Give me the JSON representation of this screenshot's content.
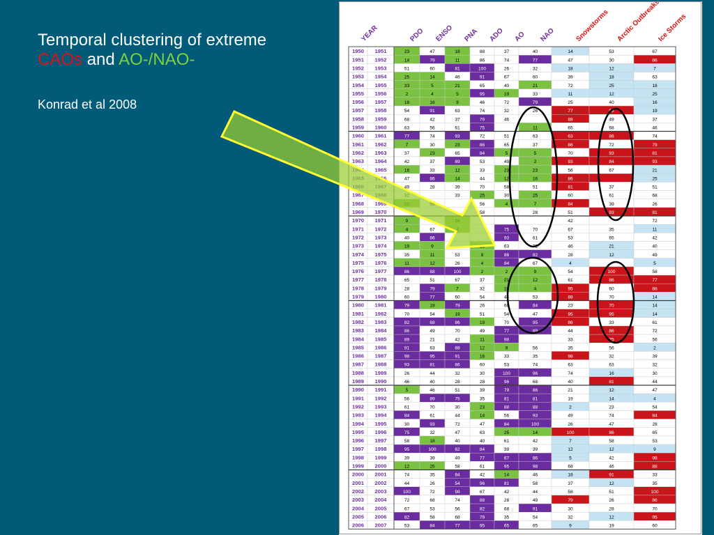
{
  "slide": {
    "title_line1": "Temporal clustering of extreme",
    "title_caos": "CAOs",
    "title_and": "and",
    "title_aonao": "AO-/NAO-",
    "subtitle": "Konrad et al 2008"
  },
  "colors": {
    "background": "#005a78",
    "green": "#7cc242",
    "purple": "#6a2c9e",
    "light_blue": "#c5e3f3",
    "red": "#c8141a",
    "header_purple": "#7030a0",
    "header_red": "#e01010",
    "arrow_fill": "#9acd32",
    "arrow_stroke": "#ffff33"
  },
  "table": {
    "headers": [
      "YEAR",
      "PDO",
      "ENSO",
      "PNA",
      "ADO",
      "AO",
      "NAO",
      "Snowstorms",
      "Arctic Outbreaks",
      "Ice Storms"
    ],
    "rows": [
      [
        "1950",
        "1951",
        "23",
        "47",
        "18",
        "88",
        "37",
        "40",
        "14",
        "53",
        "67"
      ],
      [
        "1951",
        "1952",
        "14",
        "79",
        "11",
        "86",
        "74",
        "77",
        "47",
        "30",
        "86"
      ],
      [
        "1952",
        "1953",
        "51",
        "60",
        "81",
        "100",
        "26",
        "32",
        "18",
        "12",
        "7"
      ],
      [
        "1953",
        "1954",
        "25",
        "14",
        "46",
        "91",
        "67",
        "60",
        "39",
        "18",
        "63"
      ],
      [
        "1954",
        "1955",
        "33",
        "5",
        "21",
        "65",
        "40",
        "21",
        "72",
        "25",
        "18"
      ],
      [
        "1955",
        "1956",
        "2",
        "4",
        "5",
        "95",
        "19",
        "33",
        "11",
        "12",
        "25"
      ],
      [
        "1956",
        "1957",
        "18",
        "16",
        "9",
        "46",
        "72",
        "79",
        "25",
        "40",
        "16"
      ],
      [
        "1957",
        "1958",
        "54",
        "91",
        "63",
        "74",
        "32",
        "26",
        "77",
        "93",
        "19"
      ],
      [
        "1958",
        "1959",
        "68",
        "42",
        "37",
        "79",
        "46",
        "",
        "88",
        "49",
        "37"
      ],
      [
        "1959",
        "1960",
        "63",
        "56",
        "61",
        "75",
        "",
        "11",
        "65",
        "68",
        "46"
      ],
      [
        "1960",
        "1961",
        "77",
        "74",
        "93",
        "72",
        "51",
        "63",
        "63",
        "88",
        "74"
      ],
      [
        "1961",
        "1962",
        "7",
        "30",
        "23",
        "86",
        "65",
        "37",
        "86",
        "72",
        "79"
      ],
      [
        "1962",
        "1963",
        "37",
        "23",
        "65",
        "84",
        "5",
        "5",
        "70",
        "93",
        "81"
      ],
      [
        "1963",
        "1964",
        "42",
        "37",
        "89",
        "53",
        "49",
        "2",
        "93",
        "84",
        "93"
      ],
      [
        "1964",
        "1965",
        "16",
        "33",
        "12",
        "33",
        "23",
        "23",
        "56",
        "67",
        "21"
      ],
      [
        "1965",
        "1966",
        "47",
        "86",
        "14",
        "44",
        "12",
        "16",
        "86",
        "",
        "25"
      ],
      [
        "1966",
        "1967",
        "49",
        "28",
        "39",
        "70",
        "58",
        "51",
        "81",
        "37",
        "51"
      ],
      [
        "1967",
        "1968",
        "32",
        "",
        "33",
        "25",
        "30",
        "25",
        "60",
        "61",
        "68"
      ],
      [
        "1968",
        "1969",
        "21",
        "65",
        "",
        "56",
        "4",
        "7",
        "84",
        "39",
        "26"
      ],
      [
        "1969",
        "1970",
        "",
        "",
        "",
        "58",
        "",
        "28",
        "51",
        "93",
        "81"
      ],
      [
        "1970",
        "1971",
        "9",
        "",
        "16",
        "",
        "",
        "",
        "42",
        "",
        "72"
      ],
      [
        "1971",
        "1972",
        "4",
        "67",
        "4",
        "",
        "75",
        "70",
        "67",
        "35",
        "11"
      ],
      [
        "1972",
        "1973",
        "40",
        "86",
        "",
        "",
        "93",
        "61",
        "53",
        "65",
        "42"
      ],
      [
        "1973",
        "1974",
        "19",
        "9",
        "",
        "18",
        "63",
        "72",
        "46",
        "21",
        "40"
      ],
      [
        "1974",
        "1975",
        "35",
        "11",
        "53",
        "9",
        "86",
        "82",
        "28",
        "12",
        "49"
      ],
      [
        "1975",
        "1976",
        "11",
        "12",
        "26",
        "4",
        "84",
        "67",
        "4",
        "",
        "5"
      ],
      [
        "1976",
        "1977",
        "86",
        "88",
        "100",
        "2",
        "2",
        "9",
        "54",
        "100",
        "58"
      ],
      [
        "1977",
        "1978",
        "65",
        "51",
        "67",
        "37",
        "21",
        "12",
        "61",
        "86",
        "77"
      ],
      [
        "1978",
        "1979",
        "28",
        "79",
        "7",
        "32",
        "16",
        "4",
        "95",
        "60",
        "88"
      ],
      [
        "1979",
        "1980",
        "60",
        "77",
        "60",
        "54",
        "44",
        "53",
        "88",
        "70",
        "14"
      ],
      [
        "1980",
        "1981",
        "79",
        "19",
        "79",
        "26",
        "60",
        "84",
        "23",
        "70",
        "14"
      ],
      [
        "1981",
        "1982",
        "70",
        "54",
        "19",
        "51",
        "54",
        "47",
        "95",
        "95",
        "14"
      ],
      [
        "1982",
        "1983",
        "82",
        "68",
        "86",
        "19",
        "70",
        "95",
        "86",
        "33",
        "61"
      ],
      [
        "1983",
        "1984",
        "86",
        "49",
        "70",
        "49",
        "77",
        "89",
        "44",
        "86",
        "72"
      ],
      [
        "1984",
        "1985",
        "89",
        "21",
        "42",
        "11",
        "98",
        "",
        "33",
        "75",
        "56"
      ],
      [
        "1985",
        "1986",
        "91",
        "63",
        "88",
        "12",
        "9",
        "56",
        "35",
        "56",
        "2"
      ],
      [
        "1986",
        "1987",
        "98",
        "95",
        "91",
        "16",
        "33",
        "35",
        "98",
        "32",
        "39"
      ],
      [
        "1987",
        "1988",
        "93",
        "81",
        "86",
        "60",
        "53",
        "74",
        "63",
        "63",
        "32"
      ],
      [
        "1988",
        "1989",
        "26",
        "44",
        "32",
        "30",
        "100",
        "96",
        "74",
        "16",
        "30"
      ],
      [
        "1989",
        "1990",
        "46",
        "40",
        "28",
        "28",
        "96",
        "68",
        "40",
        "81",
        "44"
      ],
      [
        "1990",
        "1991",
        "5",
        "46",
        "51",
        "39",
        "79",
        "86",
        "21",
        "12",
        "47"
      ],
      [
        "1991",
        "1992",
        "56",
        "89",
        "75",
        "35",
        "81",
        "81",
        "19",
        "14",
        "4"
      ],
      [
        "1992",
        "1993",
        "61",
        "70",
        "30",
        "23",
        "88",
        "88",
        "2",
        "23",
        "54"
      ],
      [
        "1993",
        "1994",
        "84",
        "61",
        "44",
        "14",
        "56",
        "93",
        "49",
        "74",
        "84"
      ],
      [
        "1994",
        "1995",
        "30",
        "93",
        "72",
        "47",
        "84",
        "100",
        "26",
        "47",
        "28"
      ],
      [
        "1995",
        "1996",
        "75",
        "32",
        "47",
        "63",
        "25",
        "14",
        "100",
        "86",
        "65"
      ],
      [
        "1996",
        "1997",
        "58",
        "18",
        "40",
        "40",
        "61",
        "42",
        "7",
        "58",
        "53"
      ],
      [
        "1997",
        "1998",
        "95",
        "100",
        "82",
        "84",
        "39",
        "39",
        "12",
        "12",
        "9"
      ],
      [
        "1998",
        "1999",
        "39",
        "39",
        "49",
        "77",
        "67",
        "86",
        "5",
        "42",
        "98"
      ],
      [
        "1999",
        "2000",
        "12",
        "25",
        "58",
        "61",
        "95",
        "98",
        "68",
        "46",
        "88"
      ],
      [
        "2000",
        "2001",
        "74",
        "35",
        "84",
        "42",
        "14",
        "46",
        "18",
        "91",
        "33"
      ],
      [
        "2001",
        "2002",
        "44",
        "26",
        "54",
        "96",
        "81",
        "58",
        "37",
        "12",
        "35"
      ],
      [
        "2002",
        "2003",
        "100",
        "72",
        "98",
        "67",
        "42",
        "44",
        "58",
        "51",
        "100"
      ],
      [
        "2003",
        "2004",
        "72",
        "68",
        "74",
        "88",
        "28",
        "49",
        "79",
        "26",
        "86"
      ],
      [
        "2004",
        "2005",
        "67",
        "53",
        "56",
        "82",
        "68",
        "91",
        "30",
        "28",
        "70"
      ],
      [
        "2005",
        "2006",
        "82",
        "58",
        "68",
        "79",
        "35",
        "54",
        "32",
        "12",
        "95"
      ],
      [
        "2006",
        "2007",
        "53",
        "84",
        "77",
        "95",
        "65",
        "65",
        "9",
        "19",
        "60"
      ]
    ],
    "cell_colors": [
      [
        "",
        "",
        "G",
        "",
        "G",
        "",
        "",
        "",
        "B",
        "",
        ""
      ],
      [
        "",
        "",
        "G",
        "P",
        "G",
        "",
        "",
        "P",
        "",
        "",
        "R"
      ],
      [
        "",
        "",
        "",
        "",
        "P",
        "P",
        "",
        "",
        "B",
        "B",
        "B"
      ],
      [
        "",
        "",
        "G",
        "G",
        "",
        "P",
        "",
        "",
        "",
        "B",
        ""
      ],
      [
        "",
        "",
        "G",
        "G",
        "G",
        "",
        "",
        "G",
        "",
        "B",
        "B"
      ],
      [
        "",
        "",
        "G",
        "G",
        "G",
        "P",
        "G",
        "",
        "B",
        "B",
        "B"
      ],
      [
        "",
        "",
        "G",
        "G",
        "G",
        "",
        "",
        "P",
        "",
        "",
        "B"
      ],
      [
        "",
        "",
        "",
        "P",
        "",
        "",
        "",
        "",
        "R",
        "R",
        "B"
      ],
      [
        "",
        "",
        "",
        "",
        "",
        "P",
        "",
        "",
        "R",
        "",
        ""
      ],
      [
        "",
        "",
        "",
        "",
        "",
        "P",
        "",
        "G",
        "",
        "",
        ""
      ],
      [
        "",
        "",
        "P",
        "",
        "P",
        "",
        "",
        "",
        "R",
        "R",
        ""
      ],
      [
        "",
        "",
        "G",
        "",
        "G",
        "P",
        "",
        "",
        "R",
        "",
        "R"
      ],
      [
        "",
        "",
        "",
        "G",
        "",
        "P",
        "G",
        "G",
        "",
        "R",
        "R"
      ],
      [
        "",
        "",
        "",
        "",
        "P",
        "",
        "",
        "G",
        "R",
        "R",
        "R"
      ],
      [
        "",
        "",
        "G",
        "",
        "G",
        "",
        "G",
        "G",
        "",
        "",
        "B"
      ],
      [
        "",
        "",
        "",
        "P",
        "G",
        "",
        "G",
        "G",
        "R",
        "R",
        "B"
      ],
      [
        "",
        "",
        "",
        "",
        "",
        "",
        "",
        "",
        "R",
        "",
        ""
      ],
      [
        "",
        "",
        "",
        "",
        "",
        "G",
        "",
        "G",
        "",
        "",
        ""
      ],
      [
        "",
        "",
        "G",
        "",
        "",
        "",
        "G",
        "G",
        "R",
        "",
        ""
      ],
      [
        "",
        "",
        "",
        "",
        "",
        "",
        "",
        "",
        "",
        "R",
        "R"
      ],
      [
        "",
        "",
        "G",
        "",
        "G",
        "",
        "",
        "",
        "",
        "",
        ""
      ],
      [
        "",
        "",
        "G",
        "",
        "G",
        "",
        "P",
        "",
        "",
        "",
        "B"
      ],
      [
        "",
        "",
        "",
        "P",
        "",
        "",
        "P",
        "",
        "",
        "",
        ""
      ],
      [
        "",
        "",
        "G",
        "G",
        "",
        "G",
        "",
        "",
        "",
        "B",
        ""
      ],
      [
        "",
        "",
        "",
        "G",
        "",
        "G",
        "P",
        "P",
        "",
        "B",
        ""
      ],
      [
        "",
        "",
        "G",
        "G",
        "",
        "G",
        "P",
        "",
        "B",
        "",
        "B"
      ],
      [
        "",
        "",
        "P",
        "P",
        "P",
        "G",
        "G",
        "G",
        "",
        "R",
        ""
      ],
      [
        "",
        "",
        "",
        "",
        "",
        "",
        "G",
        "G",
        "",
        "R",
        "R"
      ],
      [
        "",
        "",
        "",
        "P",
        "G",
        "",
        "G",
        "G",
        "R",
        "",
        "R"
      ],
      [
        "",
        "",
        "",
        "P",
        "",
        "",
        "",
        "",
        "R",
        "",
        "B"
      ],
      [
        "",
        "",
        "P",
        "G",
        "P",
        "",
        "",
        "P",
        "",
        "R",
        "B"
      ],
      [
        "",
        "",
        "",
        "",
        "G",
        "",
        "",
        "",
        "R",
        "R",
        "B"
      ],
      [
        "",
        "",
        "P",
        "P",
        "P",
        "G",
        "",
        "P",
        "R",
        "",
        ""
      ],
      [
        "",
        "",
        "P",
        "",
        "",
        "",
        "P",
        "P",
        "",
        "R",
        ""
      ],
      [
        "",
        "",
        "P",
        "",
        "",
        "G",
        "P",
        "",
        "",
        "R",
        ""
      ],
      [
        "",
        "",
        "P",
        "",
        "P",
        "G",
        "G",
        "",
        "",
        "",
        "B"
      ],
      [
        "",
        "",
        "P",
        "P",
        "P",
        "G",
        "",
        "",
        "R",
        "",
        ""
      ],
      [
        "",
        "",
        "P",
        "P",
        "P",
        "",
        "",
        "",
        "",
        "",
        ""
      ],
      [
        "",
        "",
        "",
        "",
        "",
        "",
        "P",
        "P",
        "",
        "B",
        ""
      ],
      [
        "",
        "",
        "",
        "",
        "",
        "",
        "P",
        "",
        "",
        "R",
        ""
      ],
      [
        "",
        "",
        "G",
        "",
        "",
        "",
        "P",
        "P",
        "",
        "B",
        ""
      ],
      [
        "",
        "",
        "",
        "P",
        "P",
        "",
        "P",
        "P",
        "",
        "B",
        "B"
      ],
      [
        "",
        "",
        "",
        "",
        "",
        "G",
        "P",
        "P",
        "B",
        "",
        ""
      ],
      [
        "",
        "",
        "P",
        "",
        "",
        "G",
        "",
        "P",
        "",
        "",
        "R"
      ],
      [
        "",
        "",
        "",
        "P",
        "",
        "",
        "P",
        "P",
        "",
        "",
        ""
      ],
      [
        "",
        "",
        "P",
        "",
        "",
        "",
        "G",
        "G",
        "R",
        "R",
        ""
      ],
      [
        "",
        "",
        "",
        "G",
        "",
        "",
        "",
        "",
        "B",
        "",
        ""
      ],
      [
        "",
        "",
        "P",
        "P",
        "P",
        "P",
        "",
        "",
        "B",
        "B",
        "B"
      ],
      [
        "",
        "",
        "",
        "",
        "",
        "P",
        "P",
        "P",
        "B",
        "",
        "R"
      ],
      [
        "",
        "",
        "G",
        "G",
        "",
        "",
        "P",
        "P",
        "",
        "",
        "R"
      ],
      [
        "",
        "",
        "",
        "",
        "P",
        "",
        "G",
        "",
        "B",
        "R",
        ""
      ],
      [
        "",
        "",
        "",
        "",
        "P",
        "P",
        "P",
        "",
        "",
        "B",
        ""
      ],
      [
        "",
        "",
        "P",
        "",
        "P",
        "",
        "",
        "",
        "",
        "",
        "R"
      ],
      [
        "",
        "",
        "",
        "",
        "",
        "P",
        "",
        "",
        "R",
        "",
        "R"
      ],
      [
        "",
        "",
        "",
        "",
        "",
        "P",
        "",
        "P",
        "",
        "",
        ""
      ],
      [
        "",
        "",
        "P",
        "",
        "",
        "P",
        "",
        "",
        "",
        "B",
        "R"
      ],
      [
        "",
        "",
        "",
        "P",
        "P",
        "P",
        "P",
        "",
        "B",
        "",
        ""
      ]
    ]
  }
}
